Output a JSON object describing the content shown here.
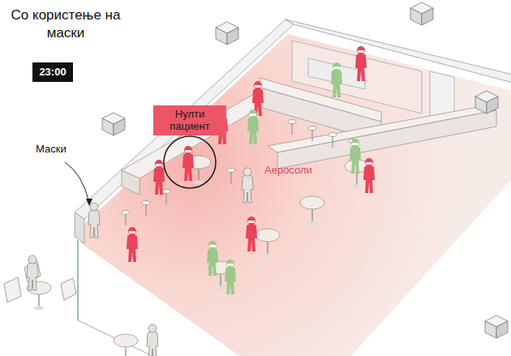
{
  "diagram": {
    "title": "Со користење на маски",
    "nodes": [
      {
        "text": [
          "23:00"
        ]
      },
      {
        "text": [
          "Нулти пациент"
        ]
      }
    ],
    "edges": [],
    "labels": [
      "Маски",
      "Аеросоли"
    ]
  }
}
